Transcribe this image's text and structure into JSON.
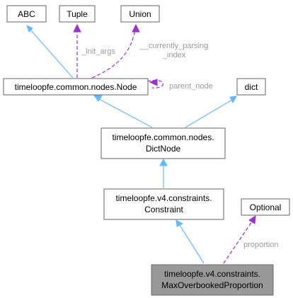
{
  "nodes": {
    "abc": "ABC",
    "tuple": "Tuple",
    "union": "Union",
    "node": "timeloopfe.common.nodes.Node",
    "dict": "dict",
    "dictnode_l1": "timeloopfe.common.nodes.",
    "dictnode_l2": "DictNode",
    "constraint_l1": "timeloopfe.v4.constraints.",
    "constraint_l2": "Constraint",
    "optional": "Optional",
    "focus_l1": "timeloopfe.v4.constraints.",
    "focus_l2": "MaxOverbookedProportion"
  },
  "edge_labels": {
    "init_args": "_init_args",
    "currently_parsing_l1": "__currently_parsing",
    "currently_parsing_l2": "_index",
    "parent_node": "parent_node",
    "proportion": "proportion"
  },
  "colors": {
    "inheritance": "#63b8ff",
    "usage": "#9a32cd",
    "focus_fill": "#999999",
    "label_gray": "#9a9a9a"
  }
}
